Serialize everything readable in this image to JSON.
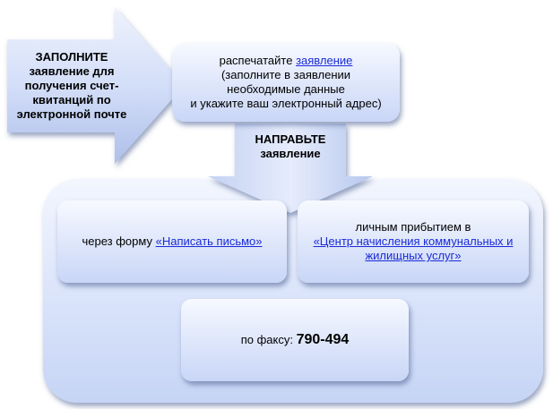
{
  "start_arrow": {
    "text": "ЗАПОЛНИТЕ заявление для получения счет-квитанций по электронной почте"
  },
  "print_step": {
    "prefix": "распечатайте ",
    "link": "заявление",
    "line2": "(заполните в заявлении",
    "line3": "необходимые данные",
    "line4": "и укажите ваш электронный адрес)"
  },
  "send_arrow": {
    "line1": "НАПРАВЬТЕ",
    "line2": "заявление"
  },
  "options": {
    "form": {
      "prefix": "через форму ",
      "link": "«Написать письмо»"
    },
    "in_person": {
      "prefix": "личным прибытием в",
      "link": "«Центр начисления коммунальных и жилищных услуг»"
    },
    "fax": {
      "prefix": "по факсу: ",
      "number": "790-494"
    }
  },
  "colors": {
    "link": "#1a2bd8",
    "card_top": "#f7f9ff",
    "card_bottom": "#c9d6f6",
    "arrow_light": "#e8eefc",
    "arrow_dark": "#b4c5ee"
  }
}
